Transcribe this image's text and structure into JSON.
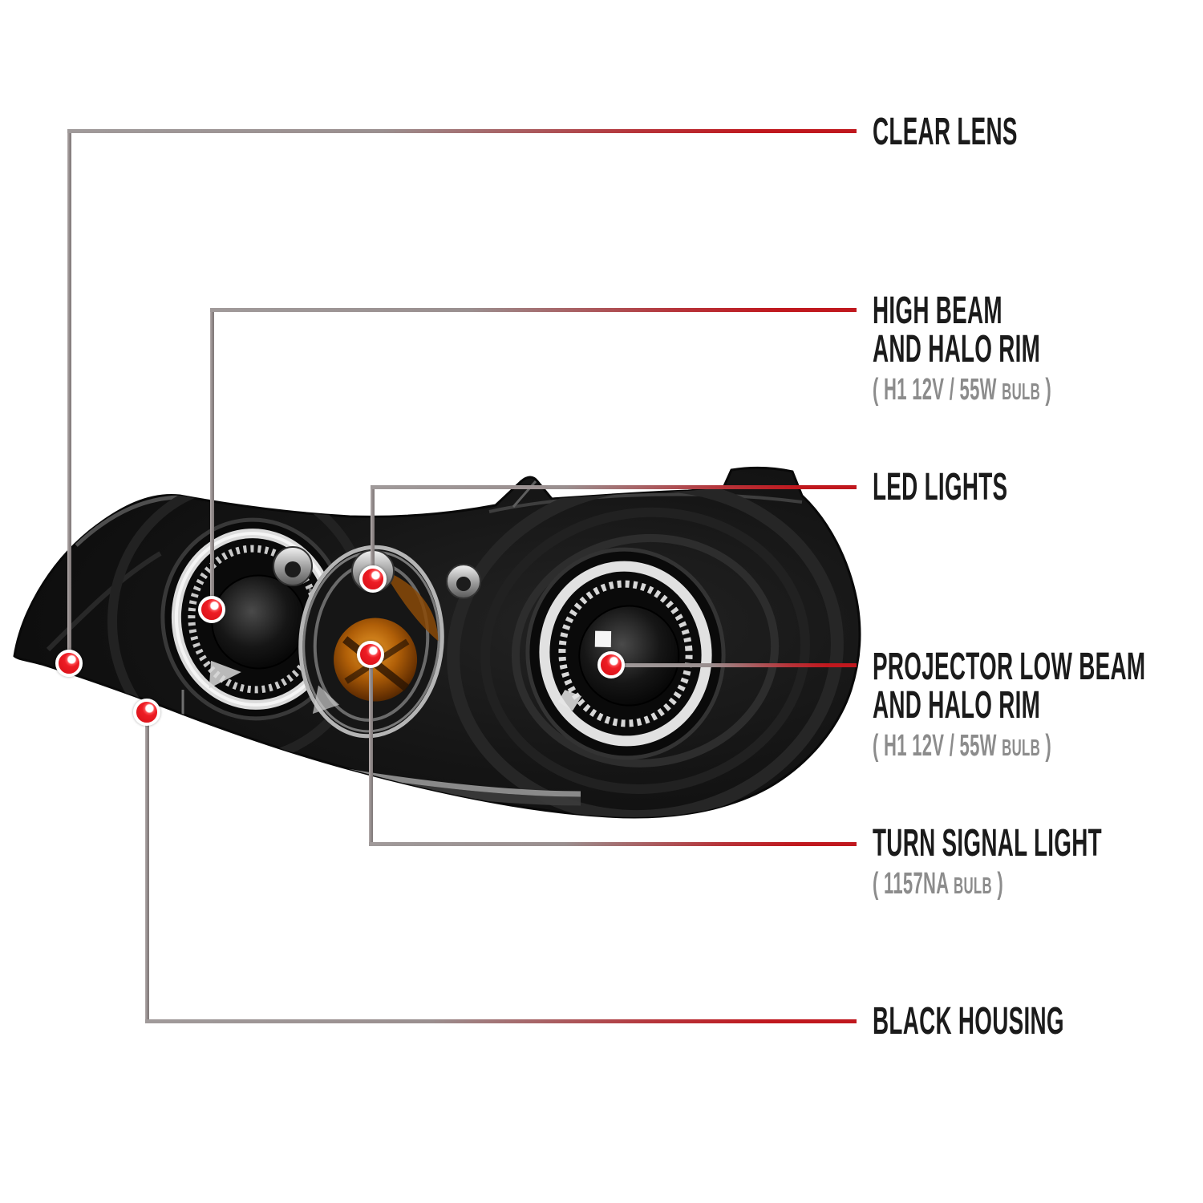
{
  "image": {
    "subject": "Black dual halo projector headlight illustration",
    "features": [
      "halo-ring-left",
      "halo-ring-right",
      "amber-turn-signal",
      "led-cups",
      "black-housing"
    ]
  },
  "colors": {
    "background": "#ffffff",
    "line_gray": "#9a9a9a",
    "line_red": "#c0181e",
    "dot_red": "#ed1c24",
    "title_text": "#1b1b1b",
    "sub_text": "#8c8c8c",
    "housing_black": "#111111",
    "amber": "#b05f08"
  },
  "callouts": [
    {
      "id": "clear-lens",
      "title1": "CLEAR LENS"
    },
    {
      "id": "high-beam",
      "title1": "HIGH BEAM",
      "title2": "AND HALO RIM",
      "sub_pre": "( H1  12V / 55W ",
      "sub_bulb": "BULB",
      "sub_post": " )"
    },
    {
      "id": "led-lights",
      "title1": "LED LIGHTS"
    },
    {
      "id": "projector-low-beam",
      "title1": "PROJECTOR LOW BEAM",
      "title2": "AND HALO RIM",
      "sub_pre": "( H1  12V / 55W ",
      "sub_bulb": "BULB",
      "sub_post": " )"
    },
    {
      "id": "turn-signal",
      "title1": "TURN SIGNAL LIGHT",
      "sub_pre": "( 1157NA ",
      "sub_bulb": "BULB",
      "sub_post": " )"
    },
    {
      "id": "black-housing",
      "title1": "BLACK HOUSING"
    }
  ]
}
